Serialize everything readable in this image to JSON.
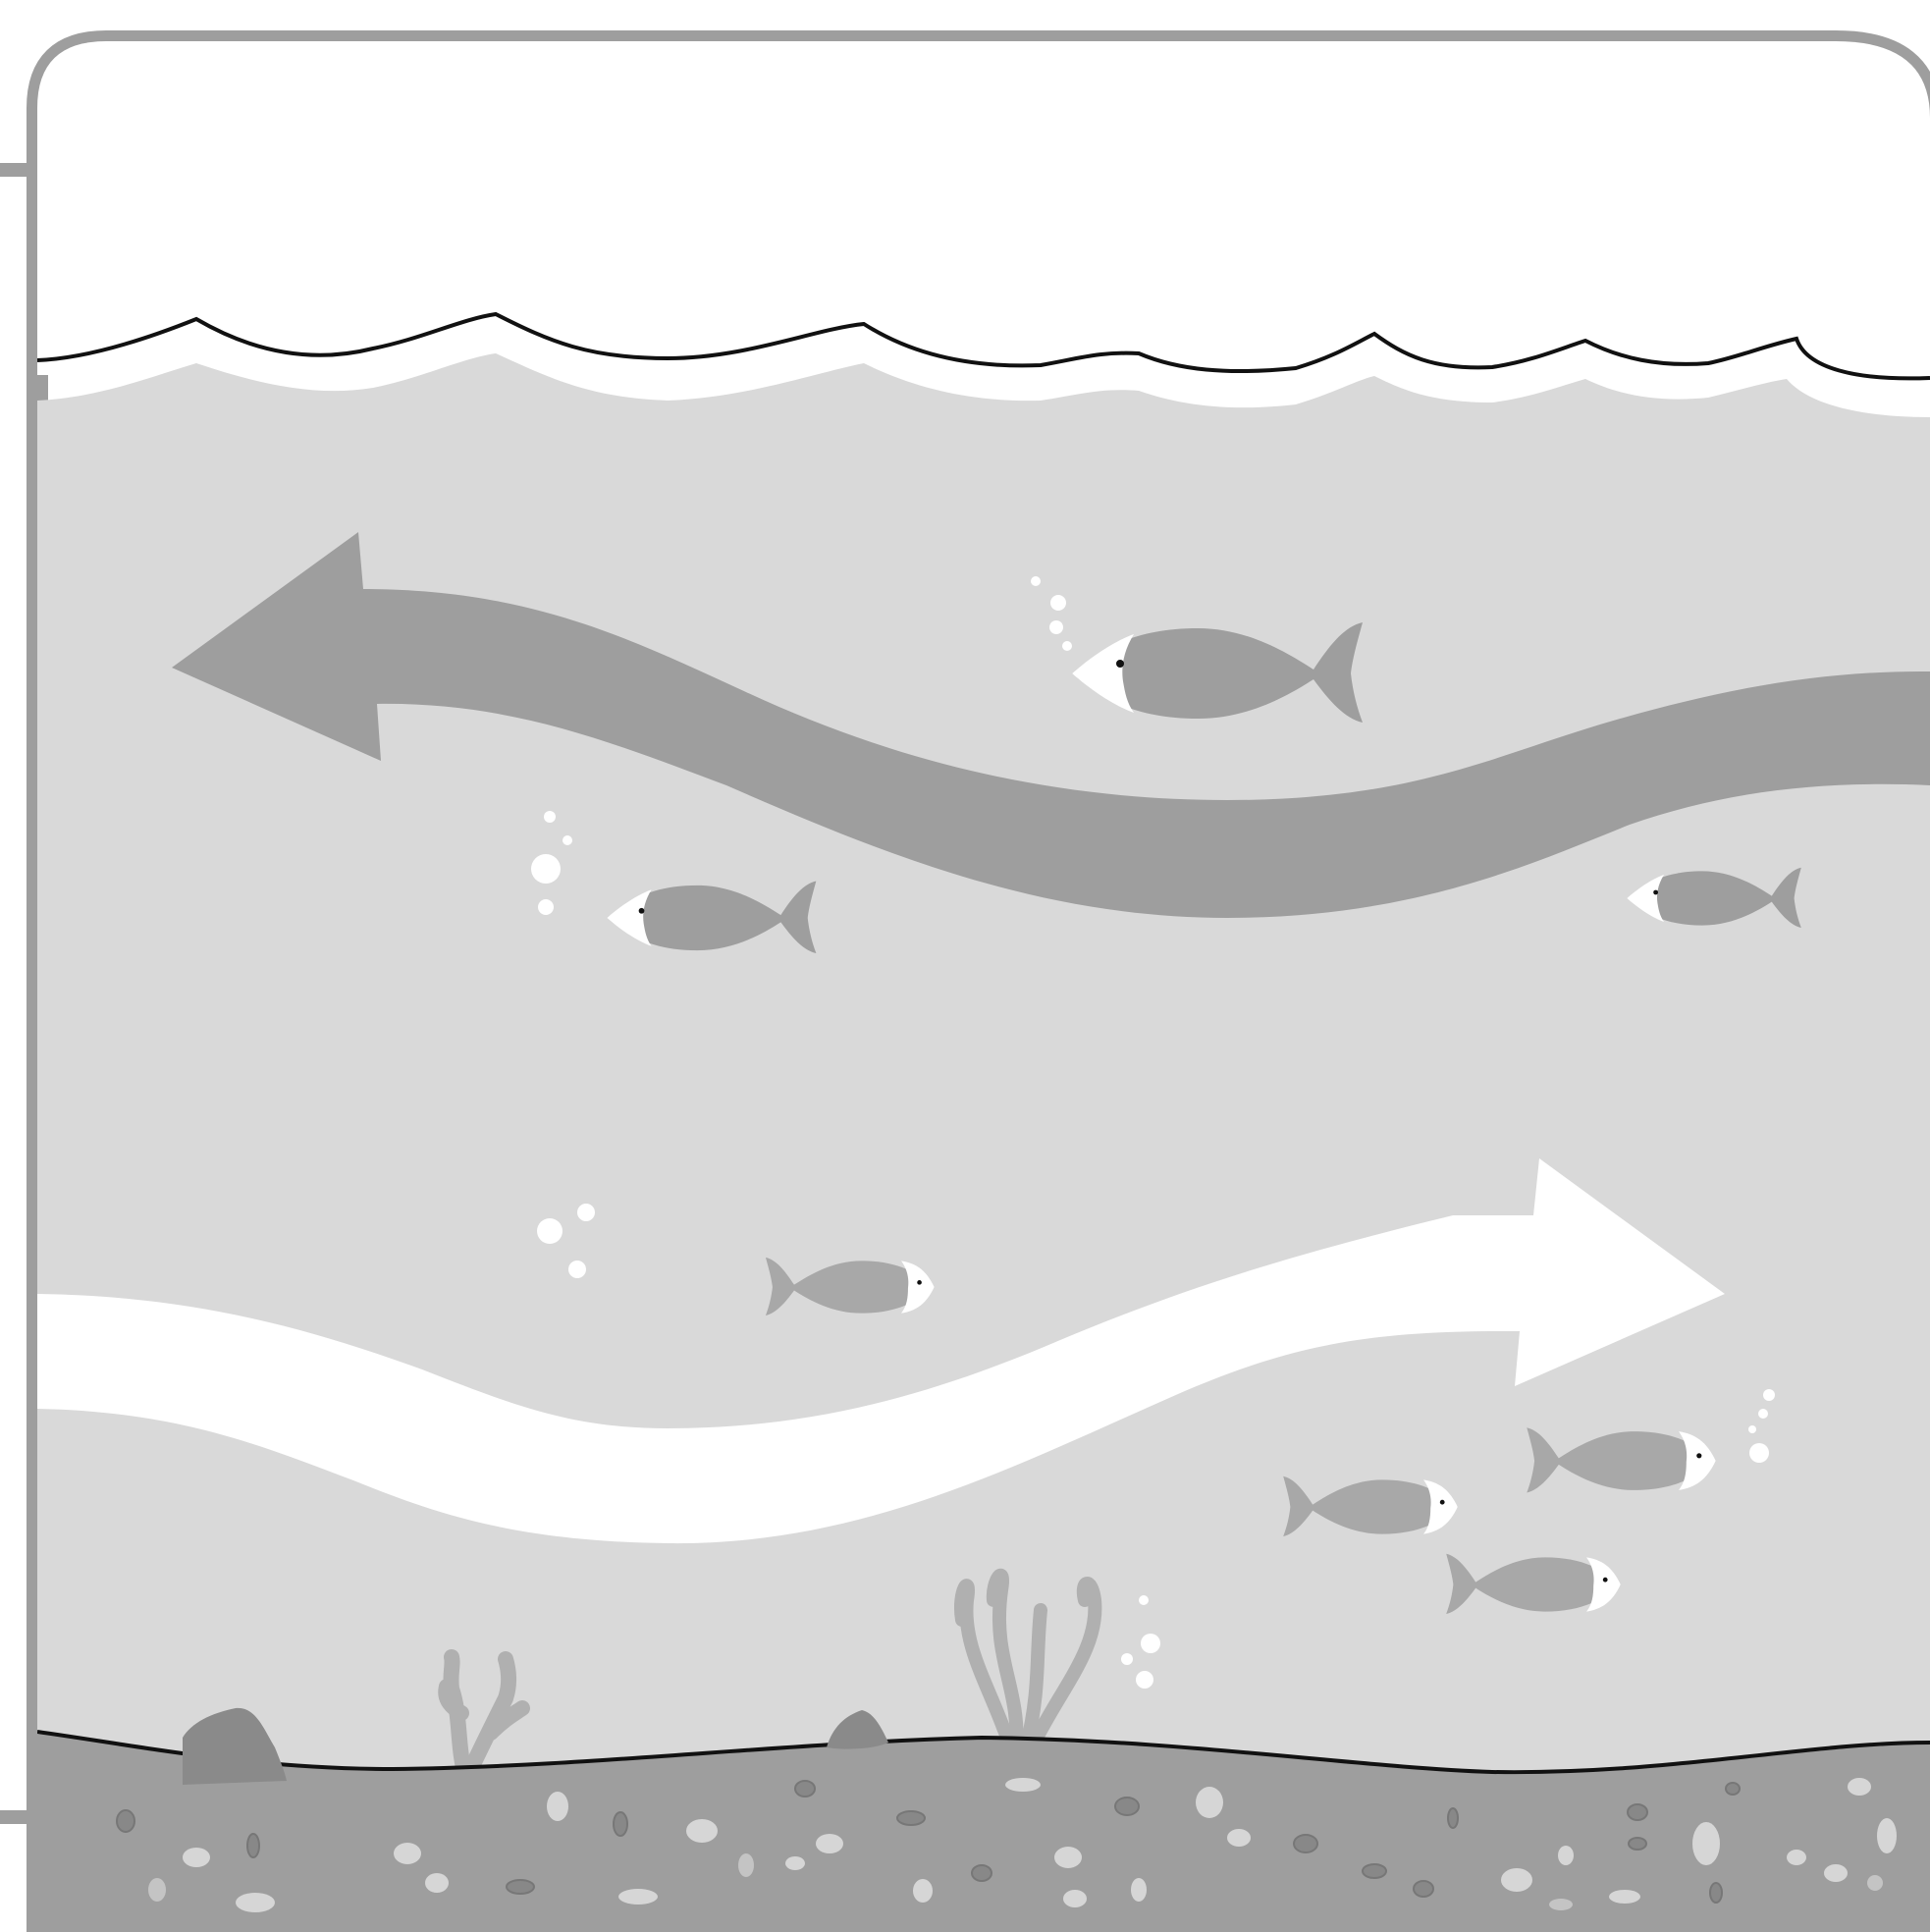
{
  "diagram": {
    "subject": "ocean-currents-cross-section",
    "surface_arrow": {
      "direction": "left",
      "color": "#9e9e9e"
    },
    "deep_arrow": {
      "direction": "right",
      "color": "#ffffff"
    },
    "fish_count": 7,
    "colors": {
      "frame": "#9e9e9e",
      "water": "#d9d9d9",
      "air": "#ffffff",
      "sea_floor": "#9e9e9e",
      "outline": "#111111",
      "fish_body": "#9e9e9e",
      "fish_small_body": "#a8a8a8",
      "plant": "#b0b0b0",
      "rock": "#8a8a8a"
    }
  }
}
